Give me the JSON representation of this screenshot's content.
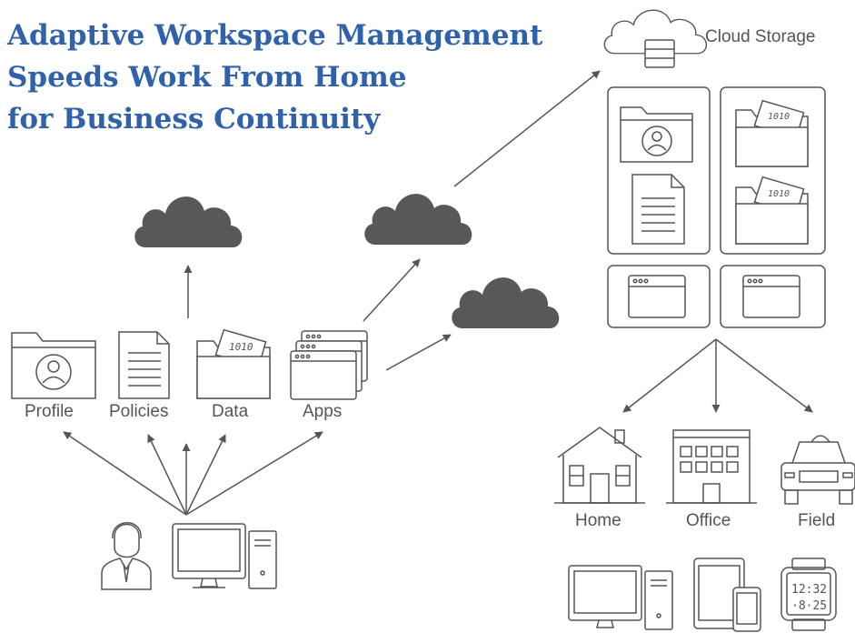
{
  "title": {
    "line1": "Adaptive Workspace Management",
    "line2": "Speeds Work From Home",
    "line3": "for Business Continuity"
  },
  "storage": {
    "label": "Cloud Storage"
  },
  "items": {
    "profile": "Profile",
    "policies": "Policies",
    "data": "Data",
    "apps": "Apps"
  },
  "locations": {
    "home": "Home",
    "office": "Office",
    "field": "Field"
  },
  "binary_label": "1010",
  "watch_time": {
    "hours": "12:32",
    "sub": "·8·25"
  },
  "colors": {
    "title": "#2f62aa",
    "cloud": "#58585a",
    "line": "#555555",
    "text": "#555555"
  }
}
